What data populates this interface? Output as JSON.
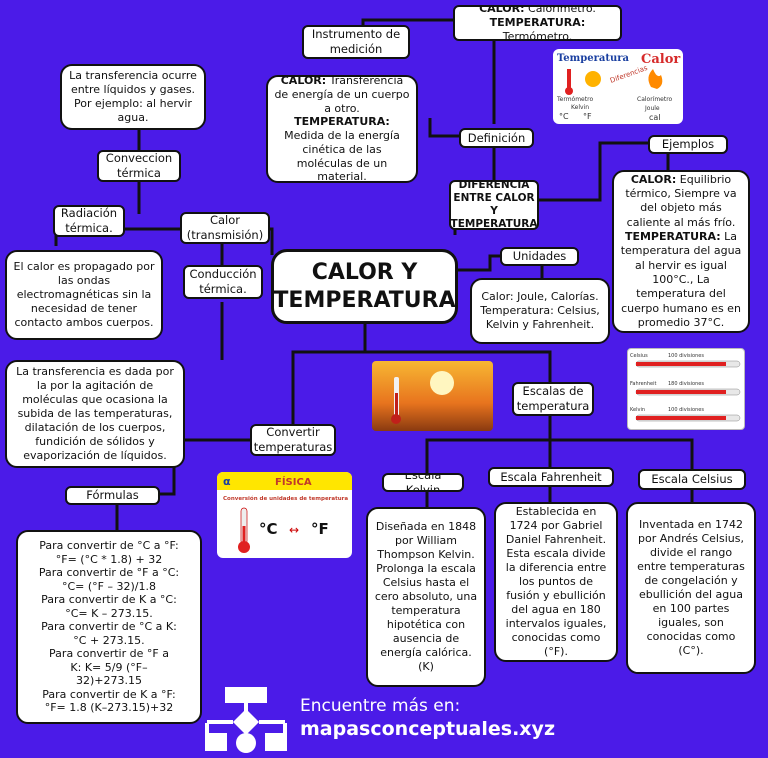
{
  "title": "CALOR Y TEMPERATURA",
  "nodes": {
    "instrumento": "Instrumento de medición",
    "instrumento_detail": {
      "calor_label": "CALOR:",
      "calor_text": " Calorímetro.",
      "temp_label": "TEMPERATURA:",
      "temp_text": " Termómetro."
    },
    "definicion": "Definición",
    "definicion_detail": {
      "calor_label": "CALOR:",
      "calor_text": " Transferencia de energía de un cuerpo a otro.",
      "temp_label": "TEMPERATURA:",
      "temp_text": " Medida de la energía cinética de las moléculas de un material."
    },
    "diferencia": "DIFERENCIA ENTRE CALOR Y TEMPERATURA",
    "ejemplos": "Ejemplos",
    "ejemplos_detail": {
      "calor_label": "CALOR:",
      "calor_text": " Equilibrio térmico, Siempre va del objeto más caliente al más frío.",
      "temp_label": "TEMPERATURA:",
      "temp_text": " La temperatura del agua al hervir es igual 100°C., La temperatura del cuerpo humano es en promedio 37°C."
    },
    "unidades": "Unidades",
    "unidades_detail": "Calor: Joule, Calorías. Temperatura: Celsius, Kelvin y Fahrenheit.",
    "calor_transmision": "Calor (transmisión)",
    "conveccion": "Conveccion térmica",
    "conveccion_detail": "La transferencia ocurre entre líquidos y gases. Por ejemplo: al hervir agua.",
    "radiacion": "Radiación térmica.",
    "radiacion_detail": "El calor es propagado por las ondas electromagnéticas sin la necesidad de tener contacto ambos cuerpos.",
    "conduccion": "Conducción térmica.",
    "conduccion_detail": "La transferencia es dada por la por la agitación de moléculas que ocasiona la subida de las temperaturas, dilatación de los cuerpos, fundición de sólidos y evaporización de líquidos.",
    "convertir": "Convertir temperaturas",
    "formulas": "Fórmulas",
    "formulas_detail": [
      "Para convertir de °C a °F:",
      "°F= (°C * 1.8) + 32",
      "Para convertir de °F a °C:",
      "°C= (°F – 32)/1.8",
      "Para convertir de K a °C:",
      "°C= K – 273.15.",
      "Para convertir de °C a K:",
      "°C + 273.15.",
      "Para convertir de °F a",
      "K: K= 5/9 (°F–",
      "32)+273.15",
      "Para convertir de K a °F:",
      "°F= 1.8 (K–273.15)+32"
    ],
    "escalas": "Escalas de temperatura",
    "kelvin": "Escala Kelvin",
    "kelvin_detail": "Diseñada en 1848 por William Thompson Kelvin. Prolonga la escala Celsius hasta el cero absoluto, una temperatura hipotética con ausencia de energía calórica. (K)",
    "fahrenheit": "Escala Fahrenheit",
    "fahrenheit_detail": "Establecida en 1724 por Gabriel Daniel Fahrenheit. Esta escala divide la diferencia entre los puntos de fusión y ebullición del agua en 180 intervalos iguales, conocidas como (°F).",
    "celsius": "Escala Celsius",
    "celsius_detail": "Inventada en 1742 por Andrés Celsius, divide el rango entre temperaturas de congelación y ebullición del agua en 100 partes iguales, son conocidas como (C°)."
  },
  "images": {
    "temp_calor": {
      "temperatura": "Temperatura",
      "calor": "Calor",
      "diferencias": "Diferencias",
      "termometro": "Termómetro",
      "kelvin": "Kelvin",
      "c": "°C",
      "f": "°F",
      "calorimetro": "Calorímetro",
      "joule": "Joule",
      "cal": "cal"
    },
    "scales": {
      "celsius": "Celsius",
      "fahrenheit": "Fahrenheit",
      "kelvin": "Kelvin",
      "d100": "100 divisiones",
      "d180": "180 divisiones",
      "d100b": "100 divisiones"
    },
    "fisica": {
      "brand": "FÍSICA",
      "subtitle": "Conversión de unidades de temperatura",
      "c": "°C",
      "f": "°F"
    }
  },
  "footer": {
    "line1": "Encuentre más en:",
    "line2": "mapasconceptuales.xyz"
  },
  "colors": {
    "background": "#4b1be8",
    "box": "#ffffff",
    "border": "#111111",
    "fisica_yellow": "#ffe600",
    "thermo_red": "#e02020"
  }
}
